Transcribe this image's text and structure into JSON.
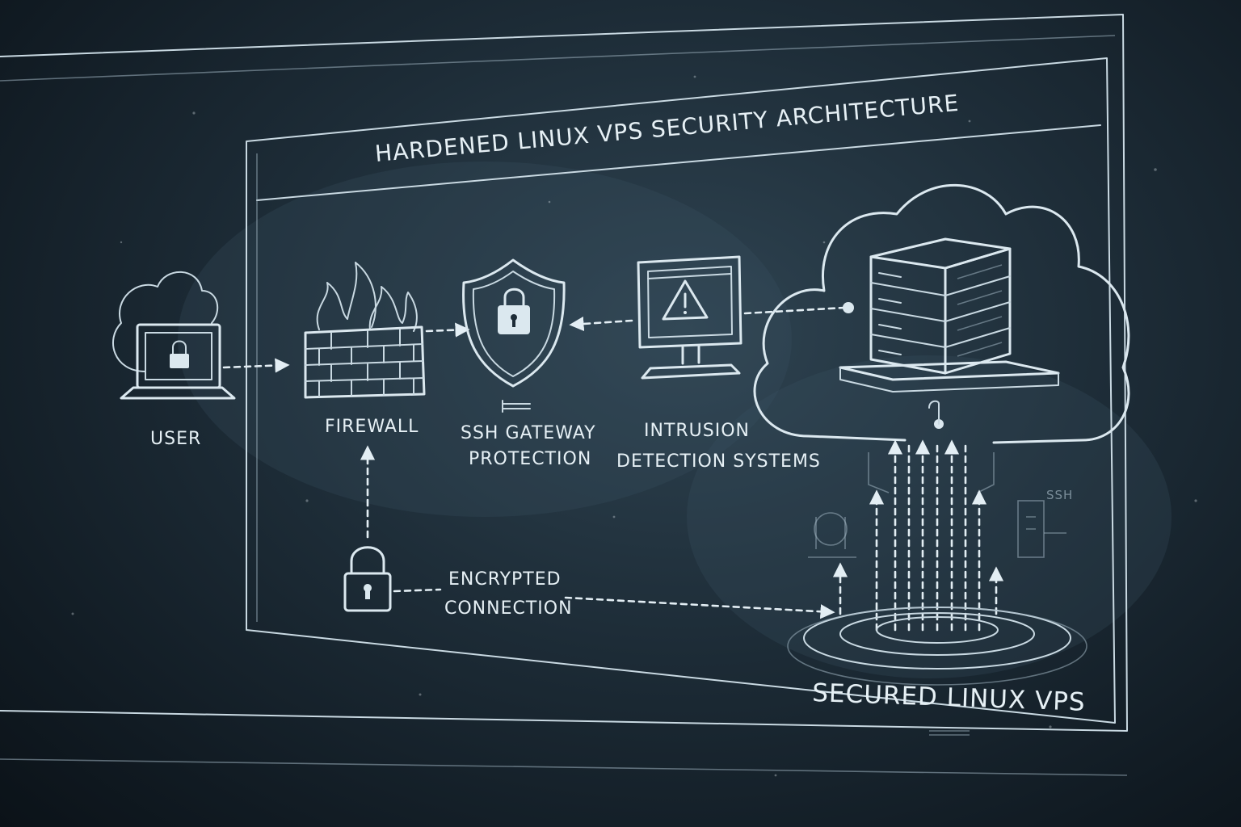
{
  "diagram": {
    "title": "HARDENED LINUX VPS  SECURITY ARCHITECTURE",
    "nodes": {
      "user": "USER",
      "firewall": "FIREWALL",
      "ssh_line1": "SSH GATEWAY",
      "ssh_line2": "PROTECTION",
      "ids_line1": "INTRUSION",
      "ids_line2": "DETECTION SYSTEMS",
      "encrypted_line1": "ENCRYPTED",
      "encrypted_line2": "CONNECTION",
      "vps": "SECURED LINUX VPS",
      "ssh_faint": "SSH"
    },
    "colors": {
      "background": "#1d2c37",
      "chalk": "#dbe8ef"
    },
    "icons": [
      "cloud-icon",
      "laptop-icon",
      "lock-icon",
      "firewall-icon",
      "flame-icon",
      "shield-icon",
      "monitor-icon",
      "warning-icon",
      "server-stack-icon",
      "padlock-icon"
    ]
  }
}
